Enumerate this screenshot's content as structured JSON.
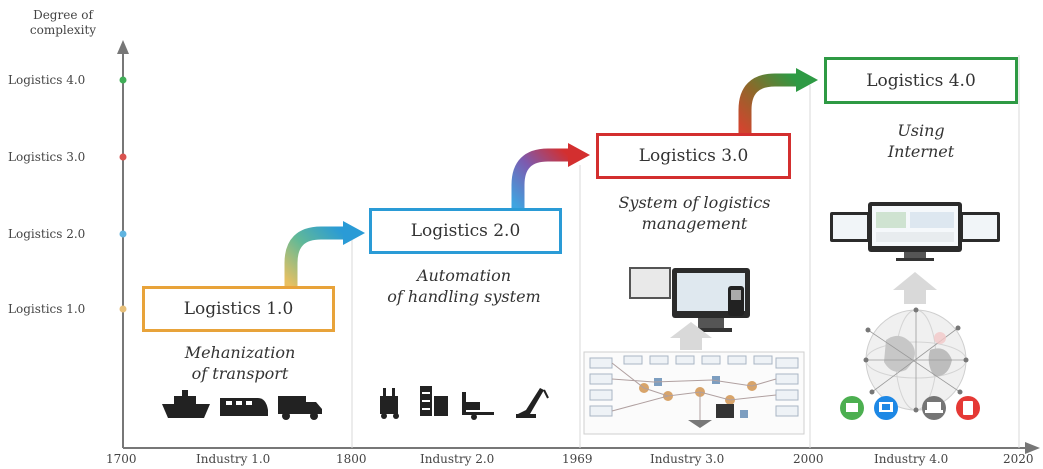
{
  "axis": {
    "y_title": "Degree of complexity",
    "y_levels": [
      "Logistics 1.0",
      "Logistics 2.0",
      "Logistics 3.0",
      "Logistics 4.0"
    ],
    "x_years": [
      "1700",
      "1800",
      "1969",
      "2000",
      "2020"
    ],
    "x_eras": [
      "Industry 1.0",
      "Industry 2.0",
      "Industry 3.0",
      "Industry 4.0"
    ]
  },
  "stages": [
    {
      "title": "Logistics 1.0",
      "desc_line1": "Mehanization",
      "desc_line2": "of transport",
      "color": "#e8a33a",
      "icons": [
        "ship-icon",
        "train-icon",
        "truck-icon"
      ]
    },
    {
      "title": "Logistics 2.0",
      "desc_line1": "Automation",
      "desc_line2": "of handling system",
      "color": "#2a9bd6",
      "icons": [
        "forklift-icon",
        "shelving-icon",
        "pallet-truck-icon",
        "crane-icon"
      ]
    },
    {
      "title": "Logistics 3.0",
      "desc_line1": "System of logistics",
      "desc_line2": "management",
      "color": "#d32f2f",
      "icons": [
        "computer-terminal-icon",
        "flowchart-icon"
      ]
    },
    {
      "title": "Logistics 4.0",
      "desc_line1": "Using",
      "desc_line2": "Internet",
      "color": "#2e9a44",
      "icons": [
        "multi-monitor-icon",
        "globe-network-icon"
      ]
    }
  ],
  "level_dot_colors": [
    "#e8c07a",
    "#5fb4e0",
    "#d9534f",
    "#3fae57"
  ],
  "device_circle_colors": [
    "#4caf50",
    "#1e88e5",
    "#757575",
    "#e53935"
  ]
}
